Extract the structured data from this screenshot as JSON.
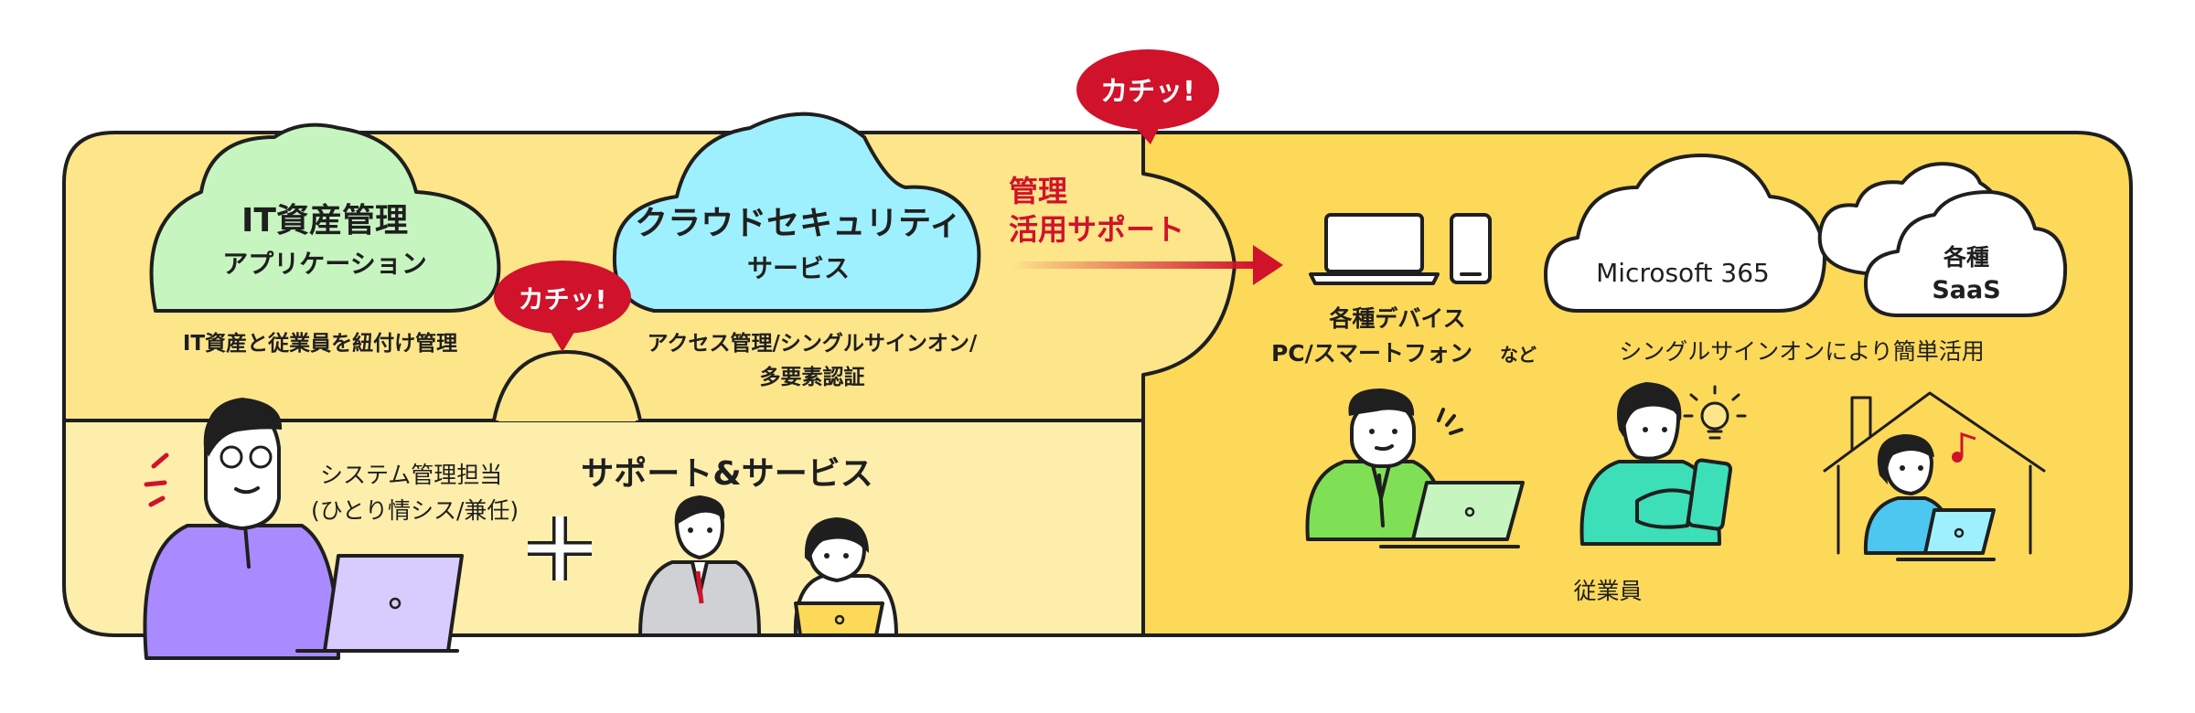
{
  "colors": {
    "left_panel": "#fde58a",
    "lower_panel": "#feeeac",
    "right_panel": "#fdd95a",
    "cloud_green": "#c7f5c0",
    "cloud_blue": "#9ff0ff",
    "accent_red": "#d0122b",
    "outline": "#1f1f1f"
  },
  "it_asset_cloud": {
    "title": "IT資産管理",
    "subtitle": "アプリケーション",
    "caption": "IT資産と従業員を紐付け管理"
  },
  "security_cloud": {
    "title": "クラウドセキュリティ",
    "subtitle": "サービス",
    "caption_line1": "アクセス管理/シングルサインオン/",
    "caption_line2": "多要素認証"
  },
  "badges": {
    "top": "カチッ!",
    "middle": "カチッ!"
  },
  "support_arrow": {
    "line1": "管理",
    "line2": "活用サポート"
  },
  "devices": {
    "label_line1": "各種デバイス",
    "label_line2": "PC/スマートフォン",
    "label_suffix": "など"
  },
  "clouds_right": {
    "microsoft": "Microsoft 365",
    "saas_line1": "各種",
    "saas_line2": "SaaS",
    "caption": "シングルサインオンにより簡単活用"
  },
  "employees_label": "従業員",
  "admin": {
    "line1": "システム管理担当",
    "line2": "(ひとり情シス/兼任)"
  },
  "support_service": "サポート&サービス",
  "icons": [
    "laptop-icon",
    "smartphone-icon",
    "plus-icon",
    "lightbulb-icon",
    "music-note-icon",
    "house-icon"
  ]
}
